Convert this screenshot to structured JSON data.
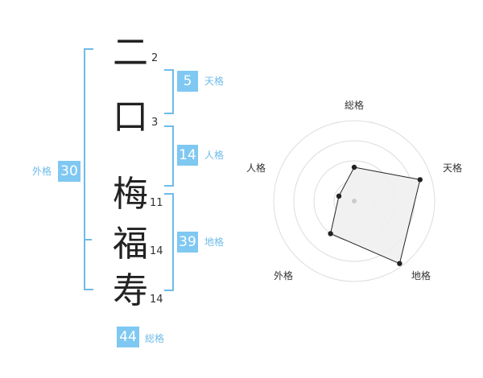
{
  "characters": [
    {
      "char": "二",
      "strokes": "2"
    },
    {
      "char": "口",
      "strokes": "3"
    },
    {
      "char": "梅",
      "strokes": "11"
    },
    {
      "char": "福",
      "strokes": "14"
    },
    {
      "char": "寿",
      "strokes": "14"
    }
  ],
  "kakusu": {
    "tenkaku": {
      "label": "天格",
      "value": "5"
    },
    "jinkaku": {
      "label": "人格",
      "value": "14"
    },
    "chikaku": {
      "label": "地格",
      "value": "39"
    },
    "gaikaku": {
      "label": "外格",
      "value": "30"
    },
    "soukaku": {
      "label": "総格",
      "value": "44"
    }
  },
  "chart_data": {
    "type": "radar",
    "axes": [
      "総格",
      "天格",
      "地格",
      "外格",
      "人格"
    ],
    "values": [
      0.42,
      0.86,
      0.96,
      0.5,
      0.2
    ],
    "max": 1.0,
    "rings": 4,
    "fill": "#efefef",
    "stroke": "#222222",
    "ring_color": "#dddddd",
    "accent": "#7fc8f2"
  }
}
